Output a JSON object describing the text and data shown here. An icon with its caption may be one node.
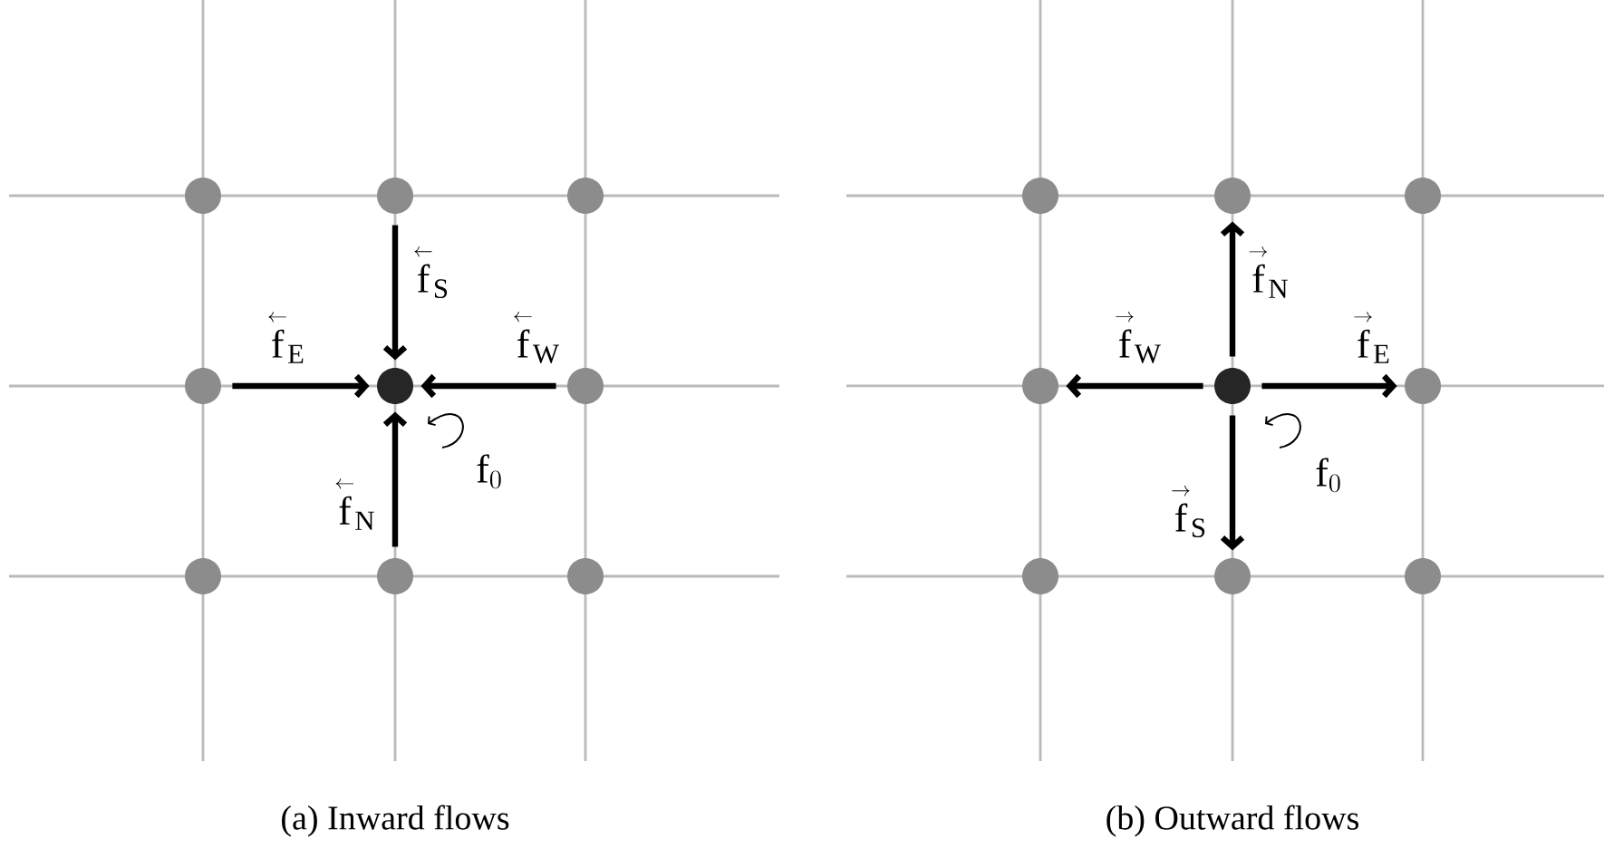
{
  "diagram": {
    "nodes": [
      {
        "text": [],
        "shape": "circle"
      },
      {
        "text": [],
        "shape": "circle"
      },
      {
        "text": [],
        "shape": "circle"
      },
      {
        "text": [],
        "shape": "circle"
      },
      {
        "text": [],
        "shape": "circle"
      },
      {
        "text": [],
        "shape": "circle"
      },
      {
        "text": [],
        "shape": "circle"
      },
      {
        "text": [],
        "shape": "circle"
      },
      {
        "text": [],
        "shape": "circle"
      },
      {
        "text": [],
        "shape": "circle"
      },
      {
        "text": [],
        "shape": "circle"
      },
      {
        "text": [],
        "shape": "circle"
      },
      {
        "text": [],
        "shape": "circle"
      },
      {
        "text": [],
        "shape": "circle"
      },
      {
        "text": [],
        "shape": "circle"
      },
      {
        "text": [],
        "shape": "circle"
      },
      {
        "text": [],
        "shape": "circle"
      },
      {
        "text": [],
        "shape": "circle"
      }
    ],
    "edges": [
      {
        "from": 1,
        "to": 4,
        "arrow": "to",
        "label": "\\overset{\\scriptscriptstyle\\leftarrow}{\\mathrm{f}}_{\\mathrm{S}}"
      },
      {
        "from": 3,
        "to": 4,
        "arrow": "to",
        "label": "\\overset{\\scriptscriptstyle\\leftarrow}{\\mathrm{f}}_{\\mathrm{E}}"
      },
      {
        "from": 5,
        "to": 4,
        "arrow": "to",
        "label": "\\overset{\\scriptscriptstyle\\leftarrow}{\\mathrm{f}}_{\\mathrm{W}}"
      },
      {
        "from": 7,
        "to": 4,
        "arrow": "to",
        "label": "\\overset{\\scriptscriptstyle\\leftarrow}{\\mathrm{f}}_{\\mathrm{N}}"
      },
      {
        "from": 13,
        "to": 10,
        "arrow": "to",
        "label": "\\overset{\\scriptscriptstyle\\rightarrow}{\\mathrm{f}}_{\\mathrm{N}}"
      },
      {
        "from": 13,
        "to": 12,
        "arrow": "to",
        "label": "\\overset{\\scriptscriptstyle\\rightarrow}{\\mathrm{f}}_{\\mathrm{W}}"
      },
      {
        "from": 13,
        "to": 14,
        "arrow": "to",
        "label": "\\overset{\\scriptscriptstyle\\rightarrow}{\\mathrm{f}}_{\\mathrm{E}}"
      },
      {
        "from": 13,
        "to": 16,
        "arrow": "to",
        "label": "\\overset{\\scriptscriptstyle\\rightarrow}{\\mathrm{f}}_{\\mathrm{S}}"
      }
    ],
    "labels": [
      "\\mathrm{f}_{0}",
      "\\mathrm{f}_{0}",
      "(a) Inward flows",
      "(b) Outward flows"
    ]
  }
}
